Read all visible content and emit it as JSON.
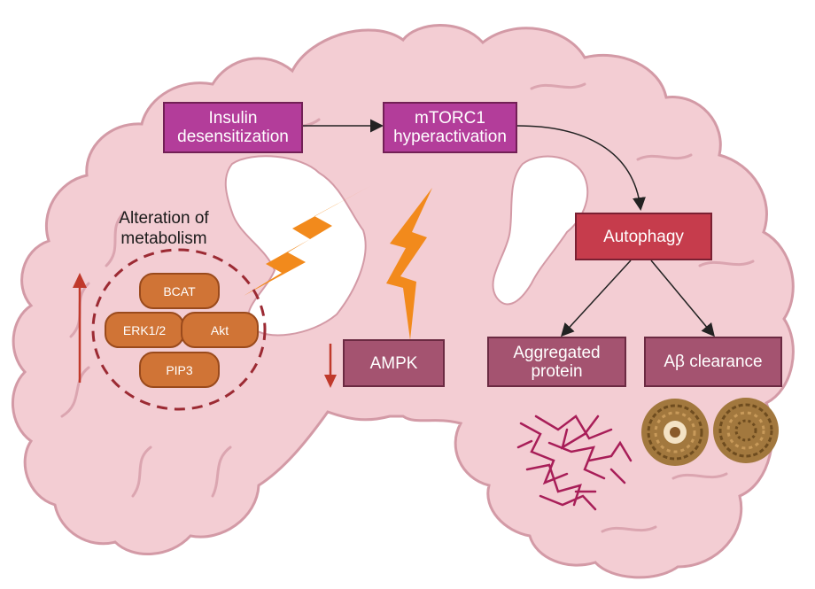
{
  "colors": {
    "brain_tissue": "#f3cdd3",
    "brain_outline": "#d39aa6",
    "ventricle": "#ffffff",
    "magenta_box": "#b33d9a",
    "red_box": "#c63c4c",
    "mauve_box": "#a45370",
    "pathway_pill": "#d07436",
    "lightning": "#f28a1c",
    "indicator_arrow": "#c0392b",
    "dashed_circle": "#9c2a33",
    "connector": "#222222"
  },
  "icons": [
    "lightning-bolt-icon",
    "up-arrow-icon",
    "down-arrow-icon",
    "protein-aggregate-icon",
    "amyloid-plaque-icon"
  ],
  "diagram": {
    "nodes": {
      "insulin": "Insulin\ndesensitization",
      "mtorc1": "mTORC1\nhyperactivation",
      "autophagy": "Autophagy",
      "ampk": "AMPK",
      "aggregated": "Aggregated\nprotein",
      "abeta": "Aβ clearance"
    },
    "metabolism_label": "Alteration of\nmetabolism",
    "pathway_cluster": {
      "bcat": "BCAT",
      "erk": "ERK1/2",
      "akt": "Akt",
      "pip3": "PIP3"
    }
  }
}
